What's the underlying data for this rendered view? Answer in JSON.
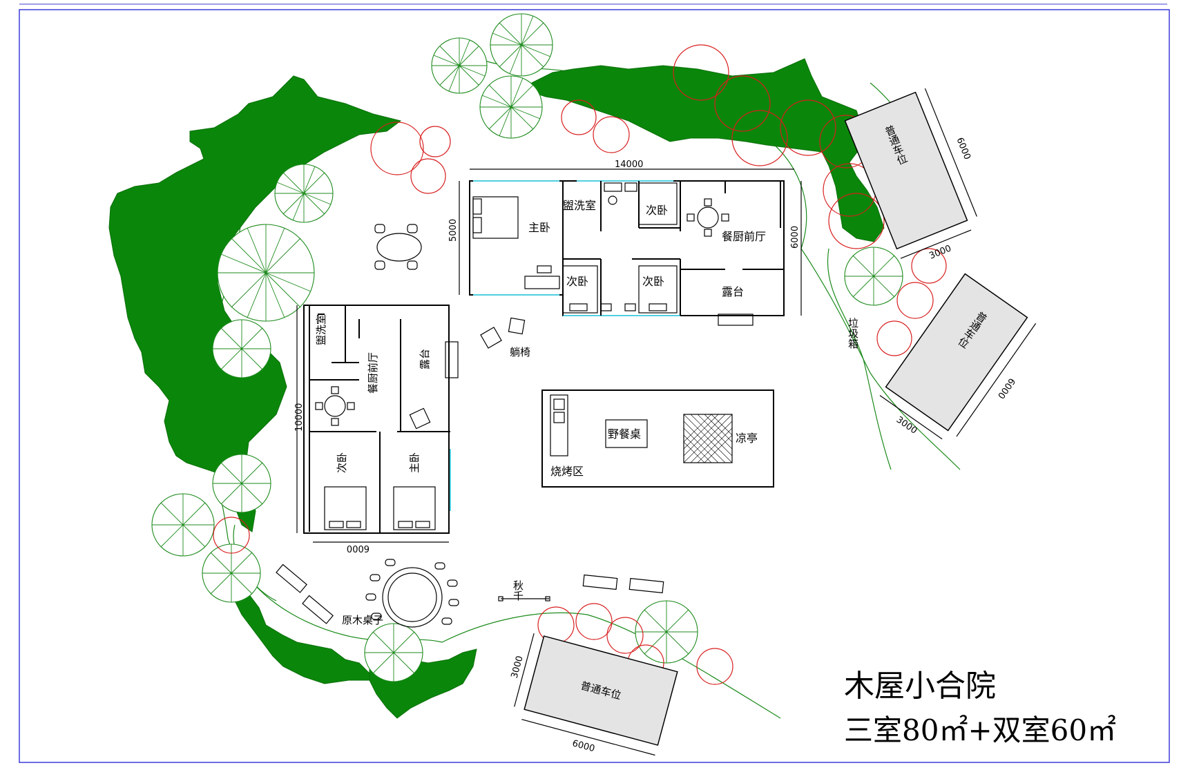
{
  "title": {
    "main": "木屋小合院",
    "sub": "三室80㎡+双室60㎡"
  },
  "house_three": {
    "rooms": {
      "master": "主卧",
      "bath": "盥洗室",
      "second_top": "次卧",
      "kitchen": "餐厨前厅",
      "second_bl": "次卧",
      "second_br": "次卧",
      "deck": "露台"
    },
    "dims": {
      "width": "14000",
      "depth_left": "5000",
      "depth_right": "6000"
    }
  },
  "house_two": {
    "rooms": {
      "bath": "盥洗室",
      "kitchen": "餐厨前厅",
      "deck": "露台",
      "second": "次卧",
      "master": "主卧"
    },
    "dims": {
      "height": "10000",
      "width": "6000"
    }
  },
  "pavilion": {
    "bbq": "烧烤区",
    "table": "野餐桌",
    "kiosk": "凉亭"
  },
  "labels": {
    "lounge": "躺椅",
    "swing": "秋千",
    "log_table": "原木桌子",
    "trash": "垃圾箱"
  },
  "parking": [
    {
      "label": "普通车位",
      "long": "6000",
      "short": "3000"
    },
    {
      "label": "普通车位",
      "long": "6000",
      "short": "3000"
    },
    {
      "label": "普通车位",
      "long": "6000",
      "short": "3000"
    }
  ],
  "colors": {
    "hedge": "#0a870a",
    "tree_red": "#d81e1e",
    "tree_green": "#1c8a1c",
    "window": "#4fd0e0",
    "frame": "#3b3bd8"
  }
}
